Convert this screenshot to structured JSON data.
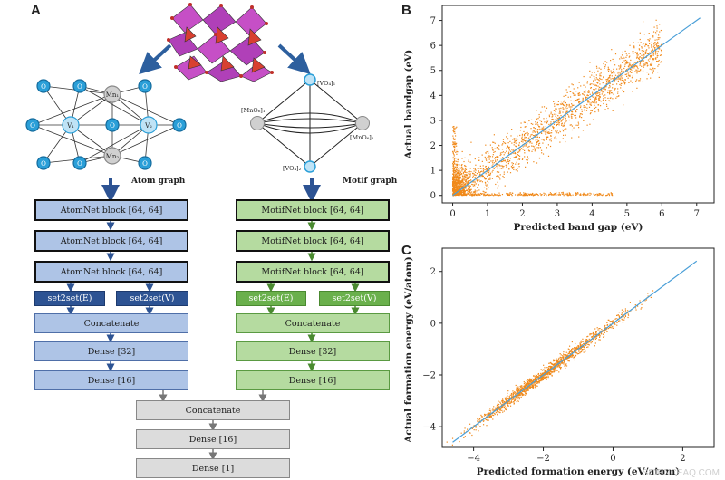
{
  "panels": {
    "a": "A",
    "b": "B",
    "c": "C"
  },
  "atom_graph": {
    "caption": "Atom graph",
    "nodes": [
      {
        "id": "o1",
        "label": "O"
      },
      {
        "id": "o2",
        "label": "O"
      },
      {
        "id": "o3",
        "label": "O"
      },
      {
        "id": "o4",
        "label": "O"
      },
      {
        "id": "o5",
        "label": "O"
      },
      {
        "id": "o6",
        "label": "O"
      },
      {
        "id": "o7",
        "label": "O"
      },
      {
        "id": "o8",
        "label": "O"
      },
      {
        "id": "o9",
        "label": "O"
      },
      {
        "id": "mn1",
        "label": "Mn₁"
      },
      {
        "id": "mn2",
        "label": "Mn₂"
      },
      {
        "id": "v1",
        "label": "V₁"
      },
      {
        "id": "v2",
        "label": "V₂"
      }
    ]
  },
  "motif_graph": {
    "caption": "Motif graph",
    "labels": [
      "[VO₄]₁",
      "[MnO₆]₁",
      "[MnO₆]₂",
      "[VO₄]₂"
    ]
  },
  "atom_branch": {
    "blocks": [
      "AtomNet block [64, 64]",
      "AtomNet block [64, 64]",
      "AtomNet block [64, 64]"
    ],
    "set2set": [
      "set2set(E)",
      "set2set(V)"
    ],
    "concat": "Concatenate",
    "dense": [
      "Dense [32]",
      "Dense [16]"
    ]
  },
  "motif_branch": {
    "blocks": [
      "MotifNet block [64, 64]",
      "MotifNet block [64, 64]",
      "MotifNet block [64, 64]"
    ],
    "set2set": [
      "set2set(E)",
      "set2set(V)"
    ],
    "concat": "Concatenate",
    "dense": [
      "Dense [32]",
      "Dense [16]"
    ]
  },
  "merge": {
    "concat": "Concatenate",
    "dense": [
      "Dense [16]",
      "Dense [1]"
    ]
  },
  "colors": {
    "scatter": "#f0891a",
    "fit": "#4a9fd8",
    "blue_box": "#aec4e6",
    "green_box": "#b5dba0",
    "navy": "#2d5393",
    "node": "#2a9fd8"
  },
  "watermark": "SCIENCEAQ.COM",
  "chart_data": [
    {
      "type": "scatter",
      "title": "",
      "xlabel": "Predicted band gap (eV)",
      "ylabel": "Actual bandgap (eV)",
      "xlim": [
        -0.3,
        7.5
      ],
      "ylim": [
        -0.3,
        7.6
      ],
      "xticks": [
        0,
        1,
        2,
        3,
        4,
        5,
        6,
        7
      ],
      "yticks": [
        0,
        1,
        2,
        3,
        4,
        5,
        6,
        7
      ],
      "fit_line": {
        "x": [
          0,
          7.1
        ],
        "y": [
          0,
          7.1
        ]
      },
      "point_model": {
        "approx_n": 2600,
        "x_range": [
          0,
          6
        ],
        "spread": 0.45
      }
    },
    {
      "type": "scatter",
      "title": "",
      "xlabel": "Predicted formation energy (eV/atom)",
      "ylabel": "Actual formation energy (eV/atom)",
      "xlim": [
        -4.9,
        2.9
      ],
      "ylim": [
        -4.8,
        2.9
      ],
      "xticks": [
        -4,
        -2,
        0,
        2
      ],
      "yticks": [
        -4,
        -2,
        0,
        2
      ],
      "fit_line": {
        "x": [
          -4.6,
          2.4
        ],
        "y": [
          -4.6,
          2.4
        ]
      },
      "point_model": {
        "approx_n": 1400,
        "x_range": [
          -4.3,
          1.3
        ],
        "spread": 0.12
      }
    }
  ]
}
